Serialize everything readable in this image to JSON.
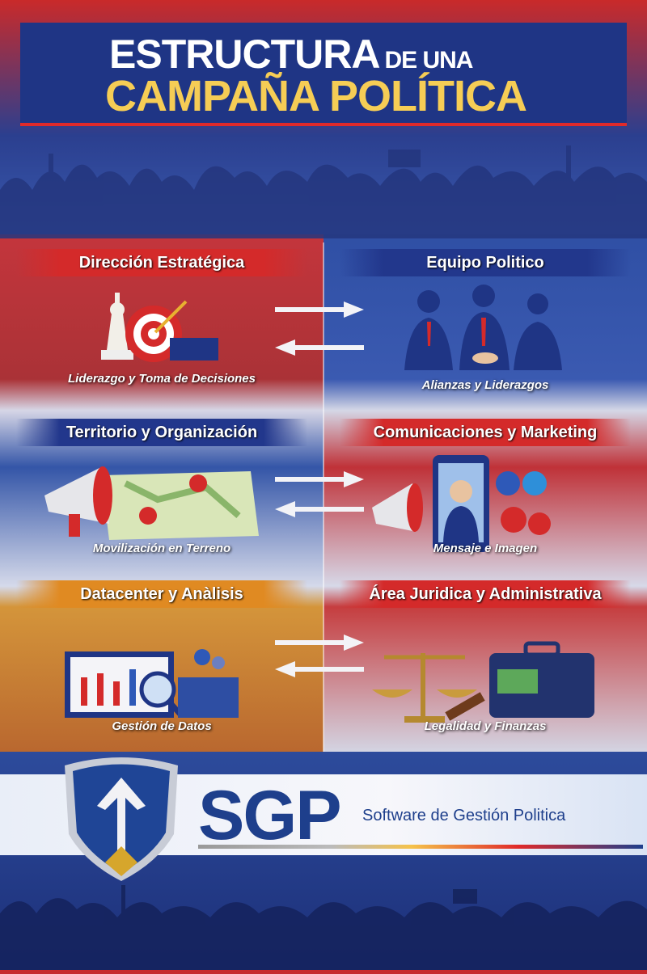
{
  "title": {
    "line1": "ESTRUCTURA",
    "line1_small": "DE UNA",
    "line2": "CAMPAÑA POLÍTICA"
  },
  "panels": [
    {
      "header": "Dirección Estratégica",
      "caption": "Liderazgo y Toma de Decisiones",
      "color": "#d42a2a",
      "icon": "chess-target-icon"
    },
    {
      "header": "Equipo Politico",
      "caption": "Alianzas y Liderazgos",
      "color": "#22378c",
      "icon": "team-handshake-icon"
    },
    {
      "header": "Territorio y Organización",
      "caption": "Movilización en Terreno",
      "color": "#22378c",
      "icon": "megaphone-map-icon"
    },
    {
      "header": "Comunicaciones y Marketing",
      "caption": "Mensaje e Imagen",
      "color": "#d42a2a",
      "icon": "phone-social-icon"
    },
    {
      "header": "Datacenter y Anàlisis",
      "caption": "Gestión de Datos",
      "color": "#e08a22",
      "icon": "data-analytics-icon"
    },
    {
      "header": "Área Juridica y Administrativa",
      "caption": "Legalidad y Finanzas",
      "color": "#d42a2a",
      "icon": "scales-briefcase-icon"
    }
  ],
  "logo": {
    "name": "SGP",
    "tagline": "Software de Gestión Politica"
  }
}
